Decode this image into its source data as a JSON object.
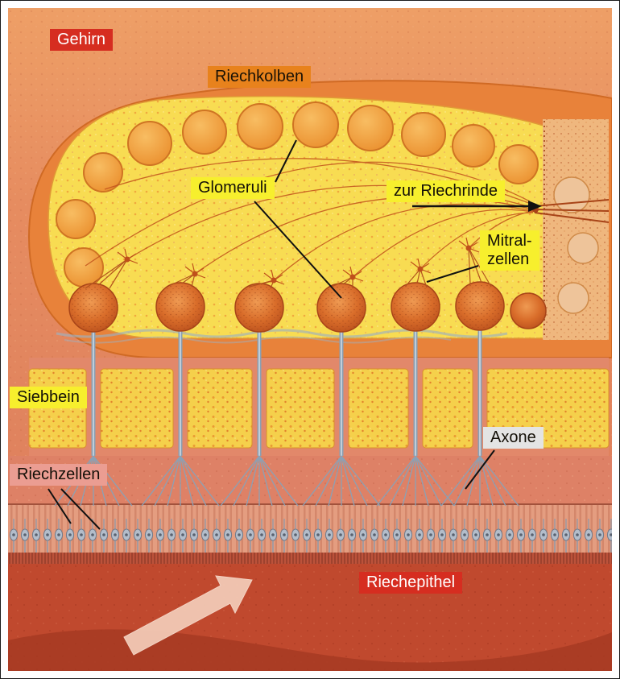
{
  "figure": {
    "labels": {
      "gehirn": "Gehirn",
      "riechkolben": "Riechkolben",
      "glomeruli": "Glomeruli",
      "zur_riechrinde": "zur Riechrinde",
      "mitral_line1": "Mitral-",
      "mitral_line2": "zellen",
      "siebbein": "Siebbein",
      "axone": "Axone",
      "riechzellen": "Riechzellen",
      "riechepithel": "Riechepithel"
    },
    "colors": {
      "label_red_bg": "#d62d20",
      "label_orange_bg": "#e8821c",
      "label_yellow_bg": "#f7ef2d",
      "label_pink_bg": "#eb9d92",
      "label_gray_bg": "#e4e4e4",
      "brain_tissue_salmon": "#e0875f",
      "bulb_rim_orange": "#e8823a",
      "bulb_interior_yellow": "#f8dc52",
      "glomerulus_orange": "#f2a33c",
      "glomerulus_sphere_dark": "#d96d2a",
      "ethmoid_bone_yellow": "#f5d04b",
      "axon_blue_gray": "#8aa0b4",
      "epithelium_pink": "#e49d80",
      "nasal_cavity_red": "#c0492e",
      "leader_line_black": "#111111"
    }
  }
}
